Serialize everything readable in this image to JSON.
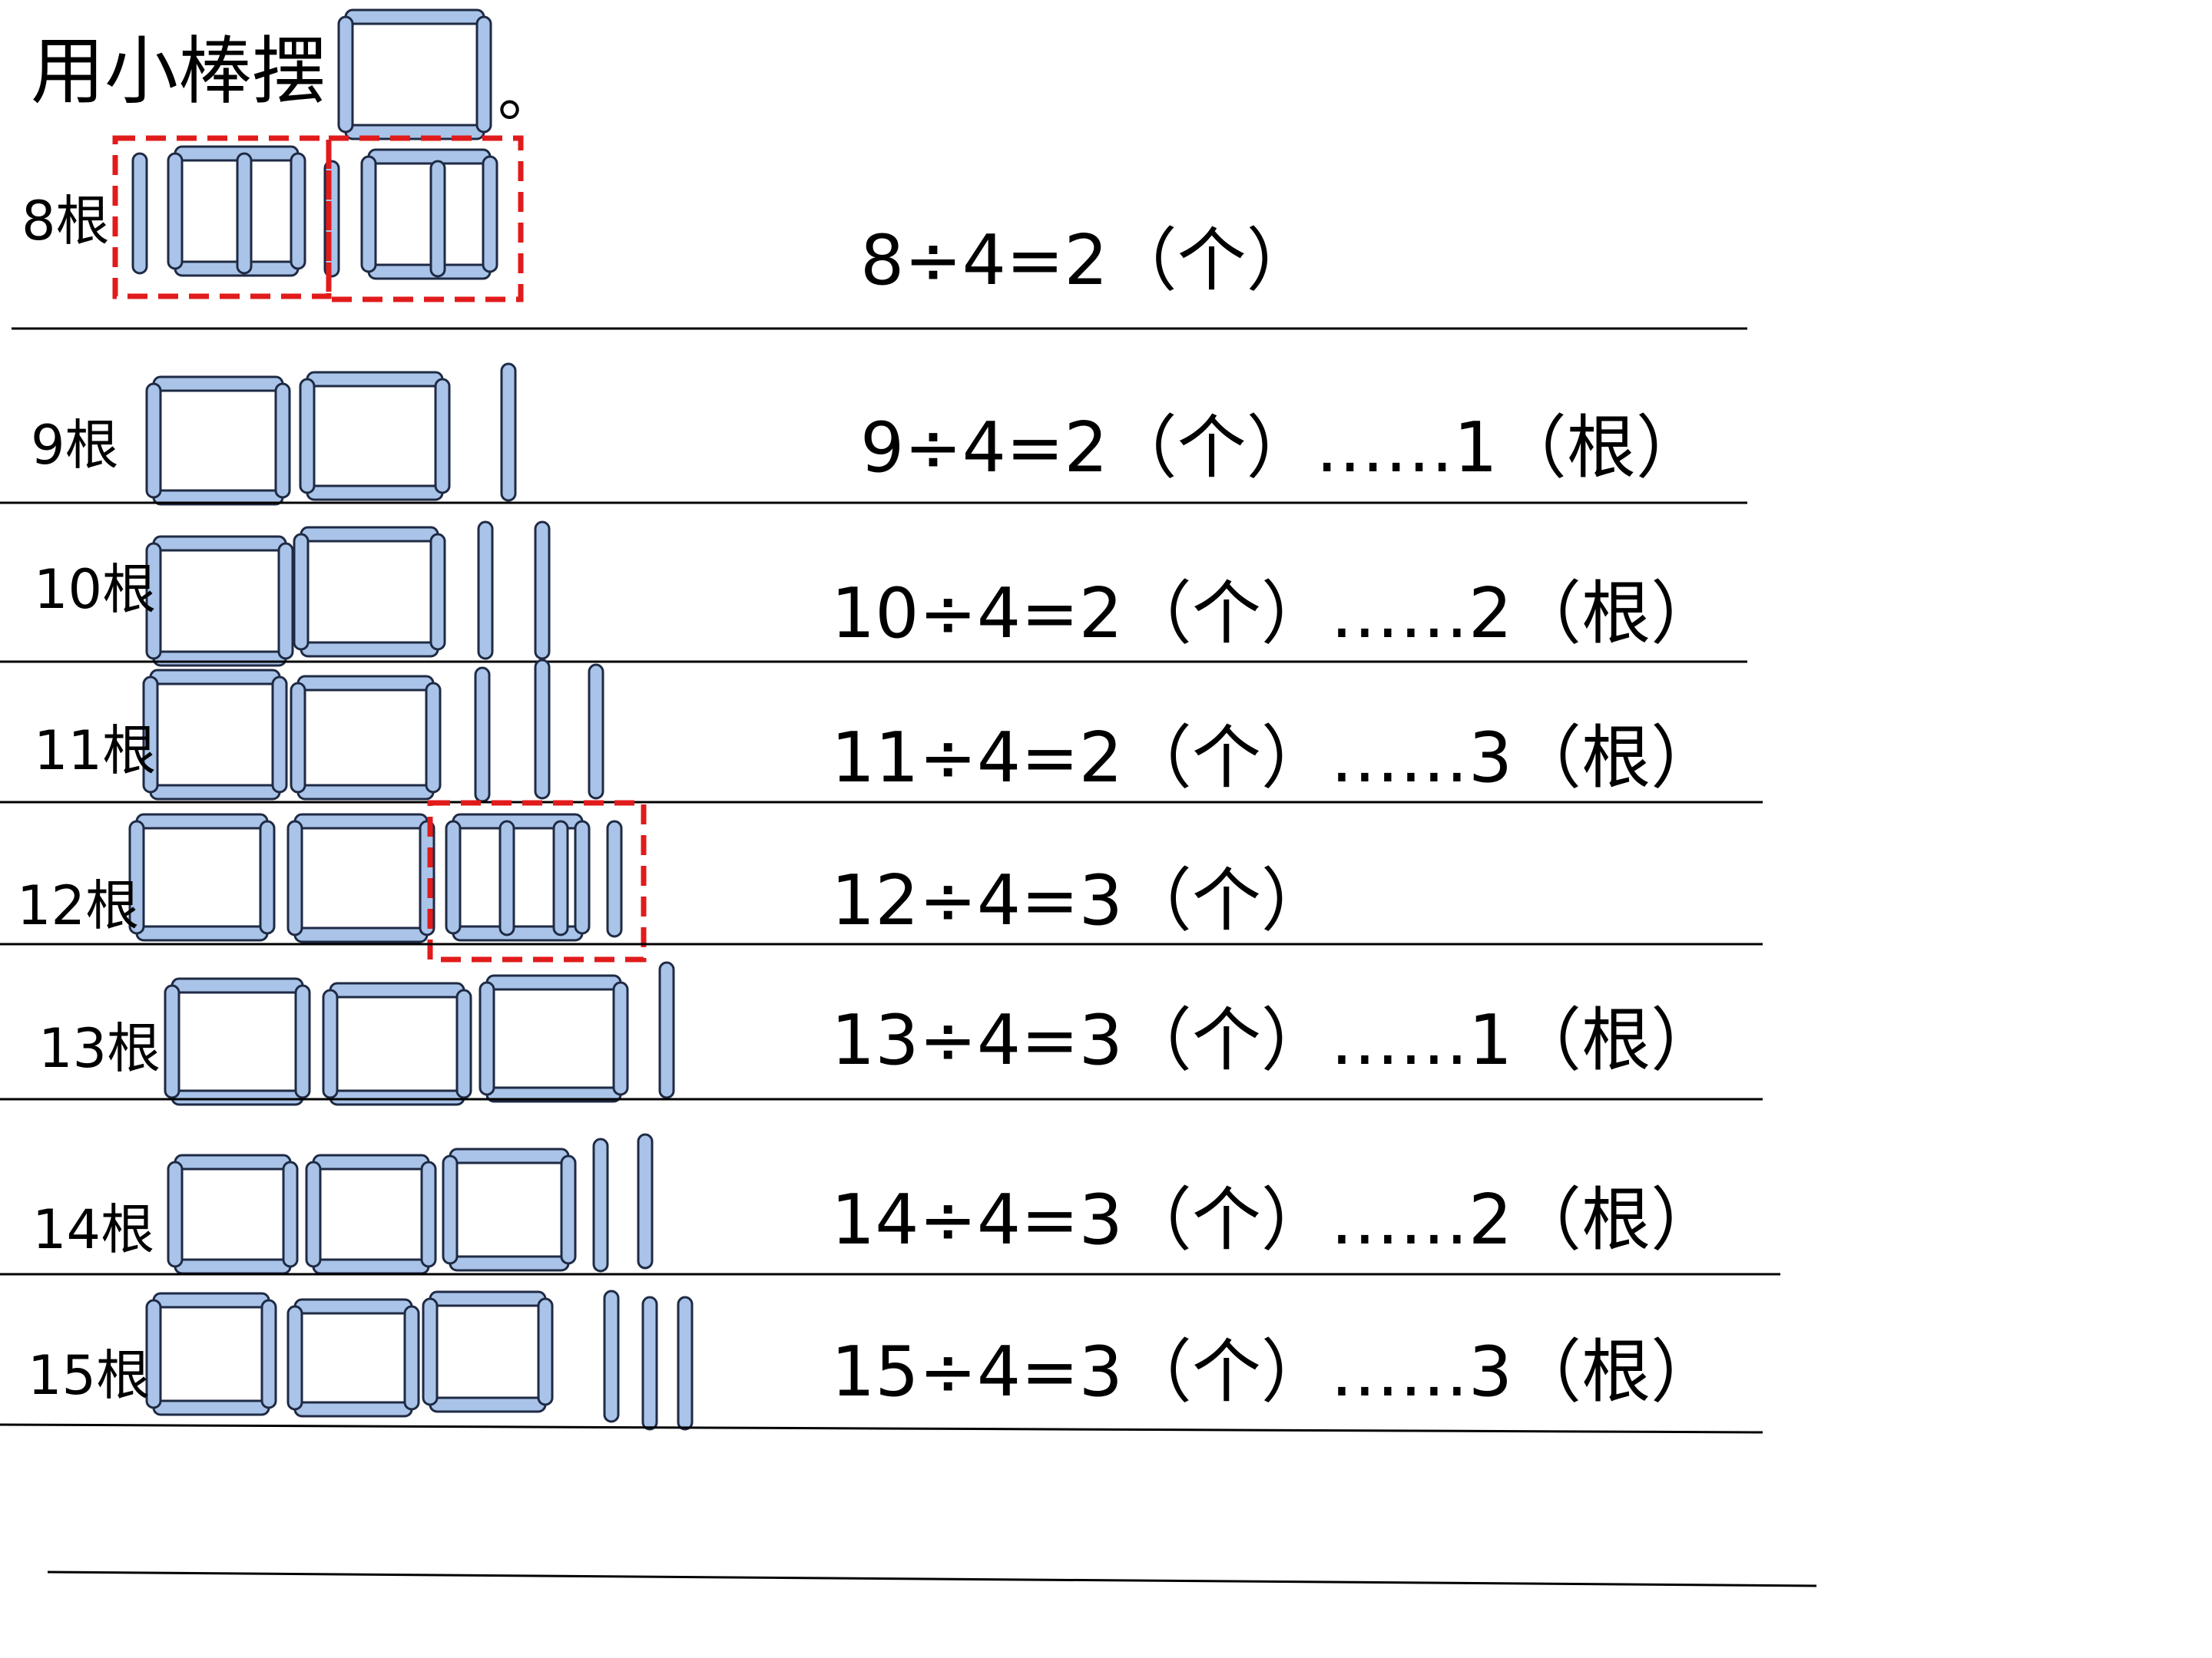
{
  "title": {
    "text": "用小棒摆",
    "period": "。"
  },
  "stick_color": "#a9c4e8",
  "stick_outline": "#1f2a44",
  "highlight_color": "#e11b1b",
  "rows": [
    {
      "count": "8根",
      "equation": "8÷4=2（个）"
    },
    {
      "count": "9根",
      "equation": "9÷4=2（个）……1（根）"
    },
    {
      "count": "10根",
      "equation": "10÷4=2（个）……2（根）"
    },
    {
      "count": "11根",
      "equation": "11÷4=2（个）……3（根）"
    },
    {
      "count": "12根",
      "equation": "12÷4=3（个）"
    },
    {
      "count": "13根",
      "equation": "13÷4=3（个）……1（根）"
    },
    {
      "count": "14根",
      "equation": "14÷4=3（个）……2（根）"
    },
    {
      "count": "15根",
      "equation": "15÷4=3（个）……3（根）"
    }
  ]
}
